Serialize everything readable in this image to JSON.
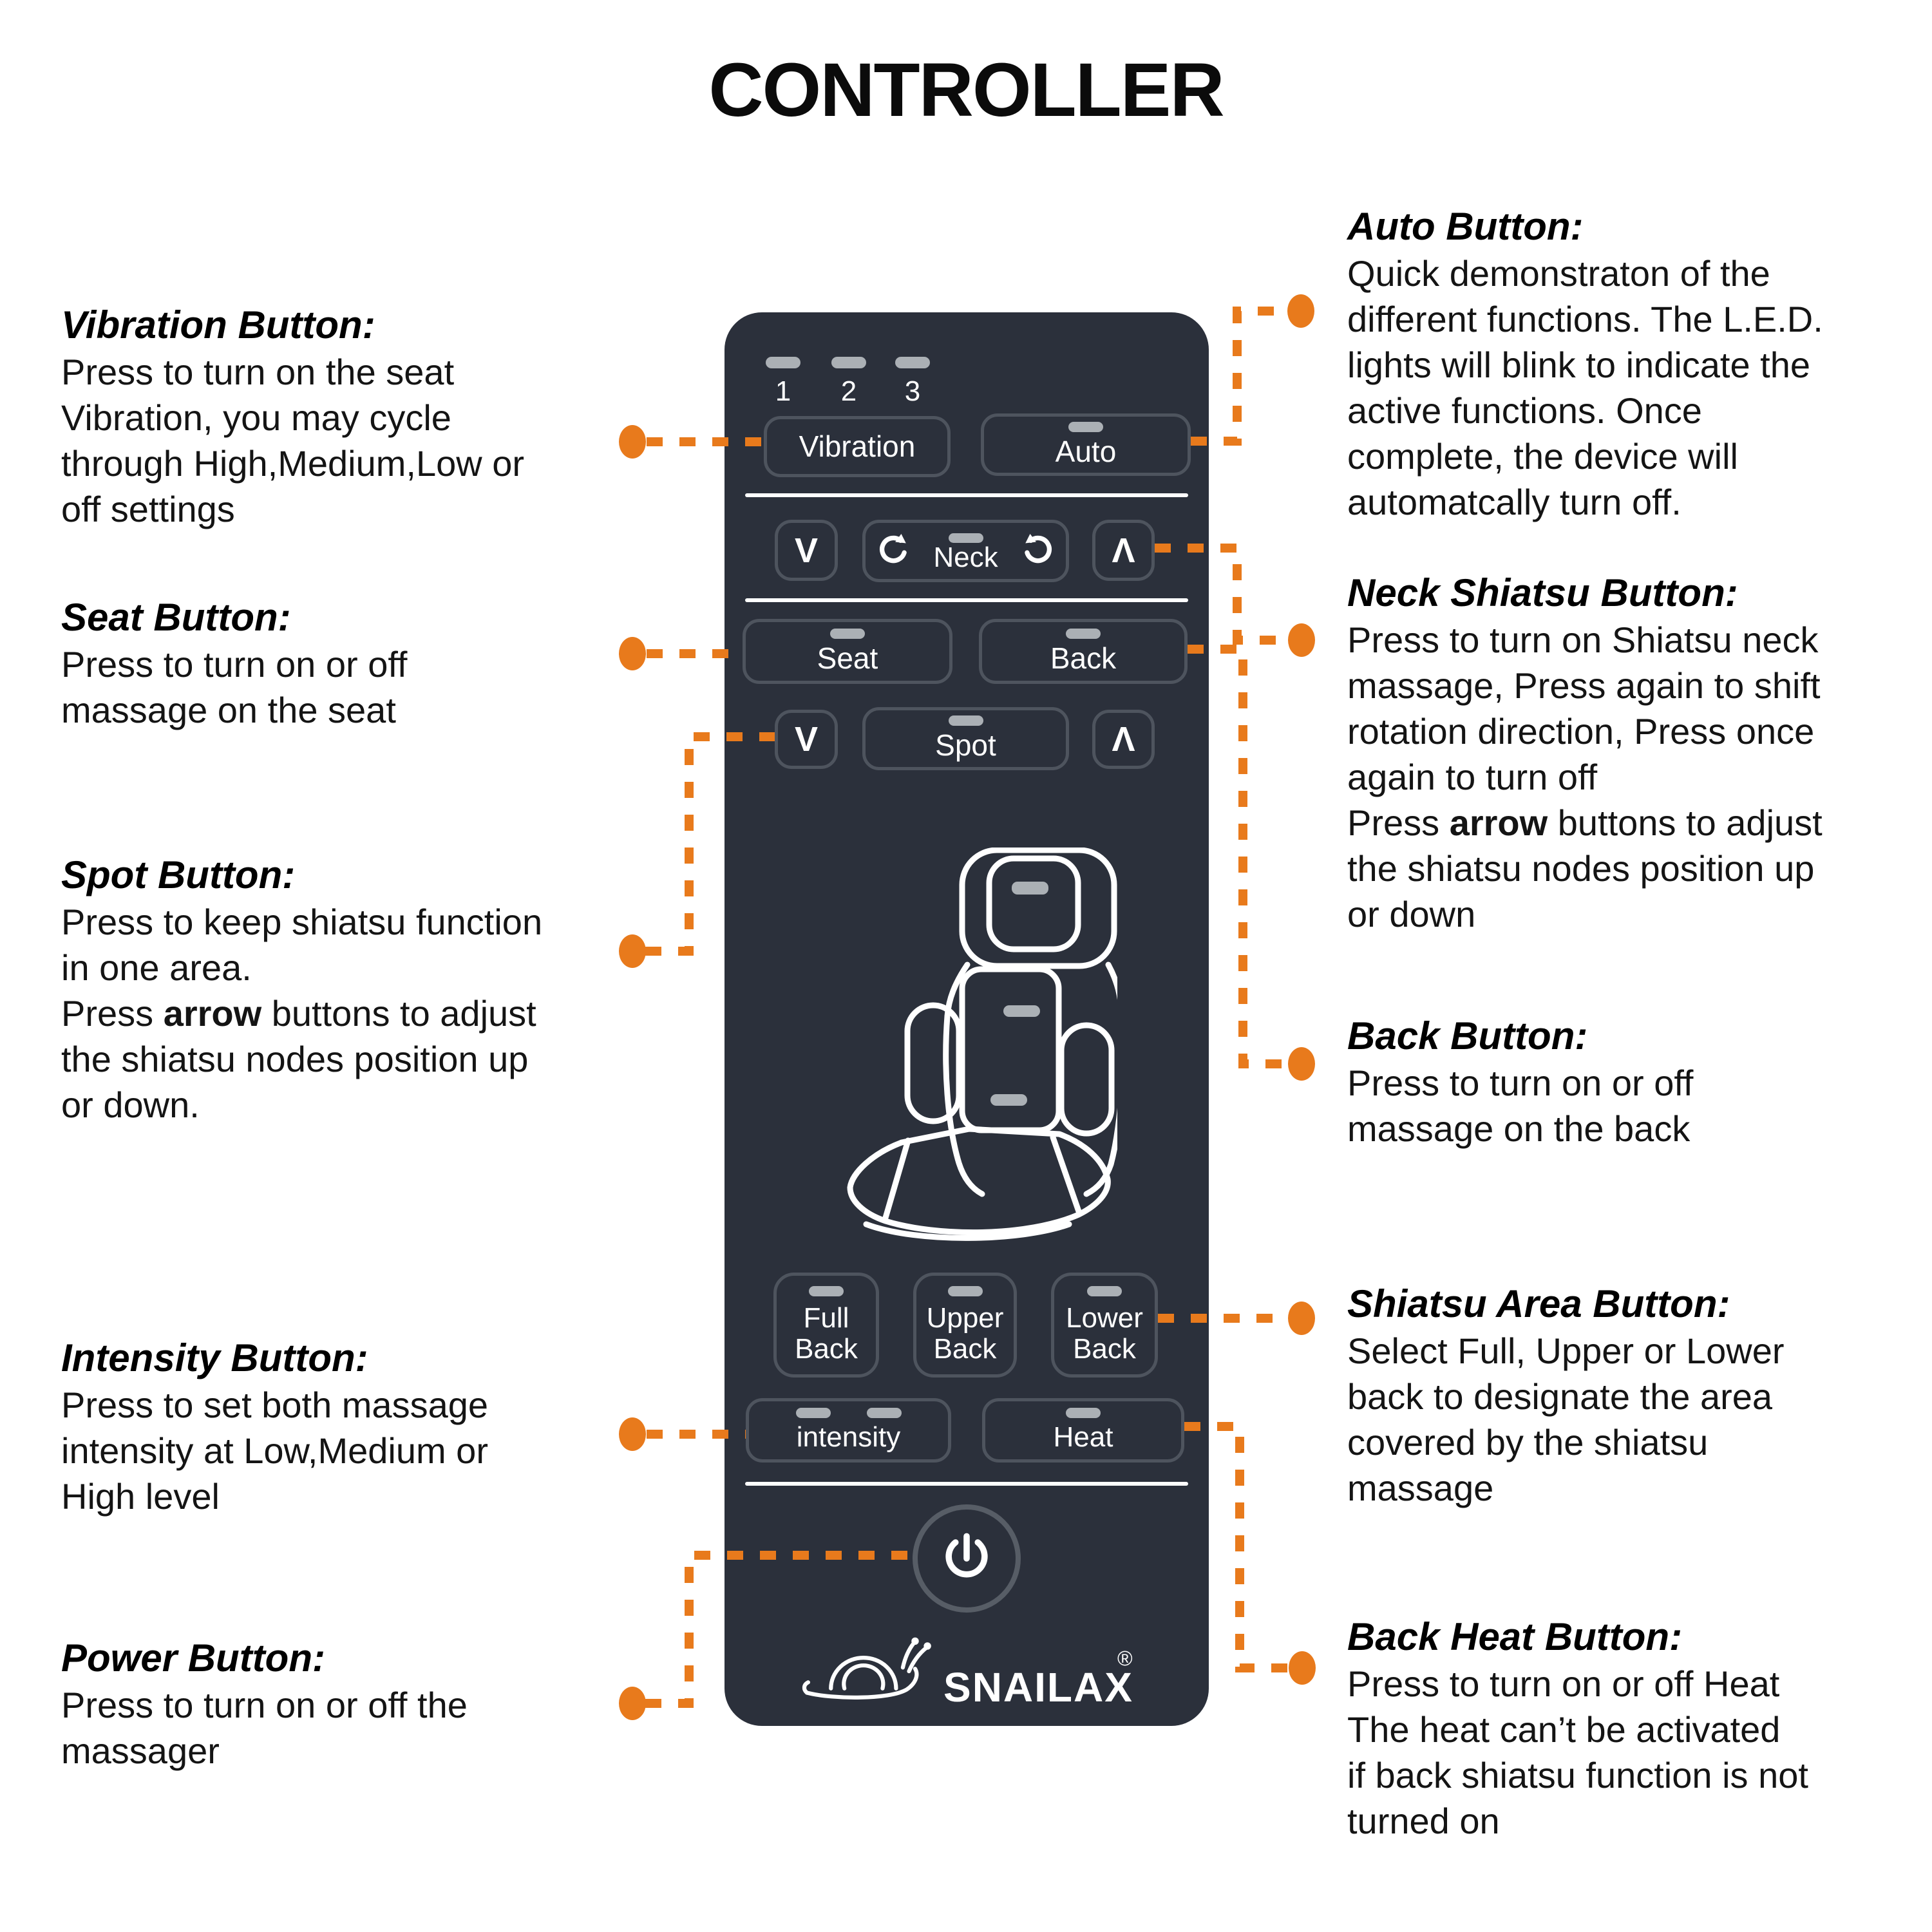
{
  "title": "CONTROLLER",
  "colors": {
    "accent": "#E87A1C",
    "controller_body": "#2B303B",
    "button_border": "#4E545E",
    "led_gray": "#ABB0B5"
  },
  "controller": {
    "indicator_labels": [
      "1",
      "2",
      "3"
    ],
    "vibration_label": "Vibration",
    "auto_label": "Auto",
    "neck_label": "Neck",
    "seat_label": "Seat",
    "back_label": "Back",
    "spot_label": "Spot",
    "full_back_label": "Full Back",
    "upper_back_label": "Upper Back",
    "lower_back_label": "Lower Back",
    "intensity_label": "intensity",
    "heat_label": "Heat",
    "brand": "SNAILAX",
    "registered_mark": "®",
    "icons": {
      "arrow_down_glyph": "V",
      "arrow_up_glyph": "Λ",
      "rotate_ccw": "rotate-counterclockwise-icon",
      "rotate_cw": "rotate-clockwise-icon",
      "power": "power-icon",
      "snail": "snail-logo-icon"
    }
  },
  "annotations": {
    "left": [
      {
        "heading": "Vibration Button:",
        "lines": [
          "Press to turn on the seat",
          "Vibration, you may cycle",
          "through High,Medium,Low or",
          "off settings"
        ]
      },
      {
        "heading": "Seat Button:",
        "lines": [
          "Press to turn on or off",
          "massage on the seat"
        ]
      },
      {
        "heading": "Spot Button:",
        "lines": [
          "Press to keep shiatsu function",
          "in one area.",
          "Press **arrow** buttons to adjust",
          "the shiatsu nodes position up",
          "or down."
        ]
      },
      {
        "heading": "Intensity Button:",
        "lines": [
          "Press to set both massage",
          "intensity at Low,Medium or",
          "High level"
        ]
      },
      {
        "heading": "Power Button:",
        "lines": [
          "Press to turn on or off the",
          "massager"
        ]
      }
    ],
    "right": [
      {
        "heading": "Auto Button:",
        "lines": [
          "Quick demonstraton of the",
          "different functions. The L.E.D.",
          "lights will blink to indicate the",
          "active functions. Once",
          "complete, the device will",
          "automatcally turn off."
        ]
      },
      {
        "heading": "Neck Shiatsu Button:",
        "lines": [
          "Press to turn on Shiatsu neck",
          "massage, Press again to shift",
          "rotation direction, Press once",
          "again to turn off",
          "Press **arrow** buttons to adjust",
          "the shiatsu nodes position up",
          "or down"
        ]
      },
      {
        "heading": "Back Button:",
        "lines": [
          "Press to turn on or off",
          "massage on the back"
        ]
      },
      {
        "heading": "Shiatsu Area Button:",
        "lines": [
          "Select Full, Upper or Lower",
          "back to designate the area",
          "covered by the shiatsu",
          "massage"
        ]
      },
      {
        "heading": "Back Heat Button:",
        "lines": [
          "Press to turn on or off Heat",
          "The heat can’t be activated",
          "if back shiatsu function is not",
          "turned on"
        ]
      }
    ]
  }
}
